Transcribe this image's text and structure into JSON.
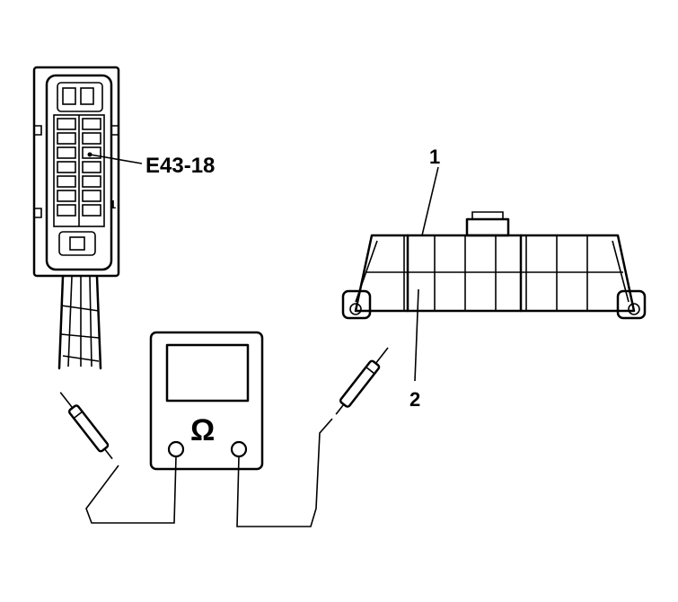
{
  "connector": {
    "callout": "E43-18",
    "pin_mark": "1"
  },
  "heater": {
    "callout_1": "1",
    "callout_2": "2"
  },
  "meter": {
    "symbol": "Ω"
  },
  "colors": {
    "ink": "#000000",
    "background": "#ffffff"
  }
}
